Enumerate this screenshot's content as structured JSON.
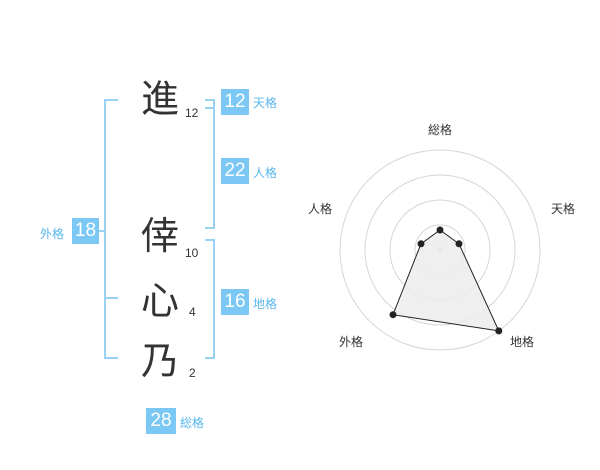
{
  "characters": [
    {
      "char": "進",
      "strokes": "12"
    },
    {
      "char": "倖",
      "strokes": "10"
    },
    {
      "char": "心",
      "strokes": "4"
    },
    {
      "char": "乃",
      "strokes": "2"
    }
  ],
  "kakusu": {
    "tenkaku": {
      "value": "12",
      "label": "天格"
    },
    "jinkaku": {
      "value": "22",
      "label": "人格"
    },
    "chikaku": {
      "value": "16",
      "label": "地格"
    },
    "gaikaku": {
      "value": "18",
      "label": "外格"
    },
    "soukaku": {
      "value": "28",
      "label": "総格"
    }
  },
  "colors": {
    "accent": "#7cc8f4",
    "label": "#59b7ee",
    "bracket": "#99d2f2"
  },
  "chart_data": {
    "type": "radar",
    "axes": [
      "総格",
      "天格",
      "地格",
      "外格",
      "人格"
    ],
    "values": [
      0.2,
      0.2,
      1.0,
      0.8,
      0.2
    ],
    "rings": 4,
    "max": 1.0
  }
}
